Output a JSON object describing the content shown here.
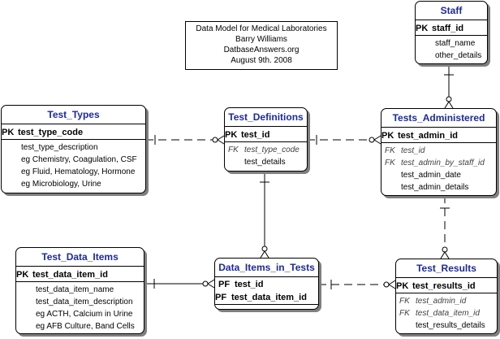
{
  "note": {
    "line1": "Data Model for Medical Laboratories",
    "line2": "Barry Williams",
    "line3": "DatbaseAnswers.org",
    "line4": "August 9th. 2008"
  },
  "entities": {
    "staff": {
      "name": "Staff",
      "keys": [
        {
          "tag": "PK",
          "col": "staff_id"
        }
      ],
      "attrs": [
        {
          "tag": "",
          "col": "staff_name"
        },
        {
          "tag": "",
          "col": "other_details"
        }
      ]
    },
    "test_types": {
      "name": "Test_Types",
      "keys": [
        {
          "tag": "PK",
          "col": "test_type_code"
        }
      ],
      "attrs": [
        {
          "tag": "",
          "col": "test_type_description"
        },
        {
          "tag": "",
          "col": "eg Chemistry, Coagulation, CSF"
        },
        {
          "tag": "",
          "col": "eg Fluid, Hematology, Hormone"
        },
        {
          "tag": "",
          "col": "eg Microbiology, Urine"
        }
      ]
    },
    "test_definitions": {
      "name": "Test_Definitions",
      "keys": [
        {
          "tag": "PK",
          "col": "test_id"
        }
      ],
      "attrs": [
        {
          "tag": "FK",
          "col": "test_type_code"
        },
        {
          "tag": "",
          "col": "test_details"
        }
      ]
    },
    "tests_administered": {
      "name": "Tests_Administered",
      "keys": [
        {
          "tag": "PK",
          "col": "test_admin_id"
        }
      ],
      "attrs": [
        {
          "tag": "FK",
          "col": "test_id"
        },
        {
          "tag": "FK",
          "col": "test_admin_by_staff_id"
        },
        {
          "tag": "",
          "col": "test_admin_date"
        },
        {
          "tag": "",
          "col": "test_admin_details"
        }
      ]
    },
    "test_data_items": {
      "name": "Test_Data_Items",
      "keys": [
        {
          "tag": "PK",
          "col": "test_data_item_id"
        }
      ],
      "attrs": [
        {
          "tag": "",
          "col": "test_data_item_name"
        },
        {
          "tag": "",
          "col": "test_data_item_description"
        },
        {
          "tag": "",
          "col": "eg ACTH, Calcium in Urine"
        },
        {
          "tag": "",
          "col": "eg AFB Culture, Band Cells"
        }
      ]
    },
    "data_items_in_tests": {
      "name": "Data_Items_in_Tests",
      "keys": [
        {
          "tag": "PF",
          "col": "test_id"
        },
        {
          "tag": "PF",
          "col": "test_data_item_id"
        }
      ],
      "attrs": []
    },
    "test_results": {
      "name": "Test_Results",
      "keys": [
        {
          "tag": "PK",
          "col": "test_results_id"
        }
      ],
      "attrs": [
        {
          "tag": "FK",
          "col": "test_admin_id"
        },
        {
          "tag": "FK",
          "col": "test_data_item_id"
        },
        {
          "tag": "",
          "col": "test_results_details"
        }
      ]
    }
  },
  "relationships": [
    {
      "from": "staff",
      "to": "tests_administered",
      "line": "solid"
    },
    {
      "from": "test_types",
      "to": "test_definitions",
      "line": "dashed"
    },
    {
      "from": "test_definitions",
      "to": "tests_administered",
      "line": "dashed"
    },
    {
      "from": "test_definitions",
      "to": "data_items_in_tests",
      "line": "solid"
    },
    {
      "from": "test_data_items",
      "to": "data_items_in_tests",
      "line": "solid"
    },
    {
      "from": "data_items_in_tests",
      "to": "test_results",
      "line": "dashed"
    },
    {
      "from": "tests_administered",
      "to": "test_results",
      "line": "dashed"
    }
  ]
}
